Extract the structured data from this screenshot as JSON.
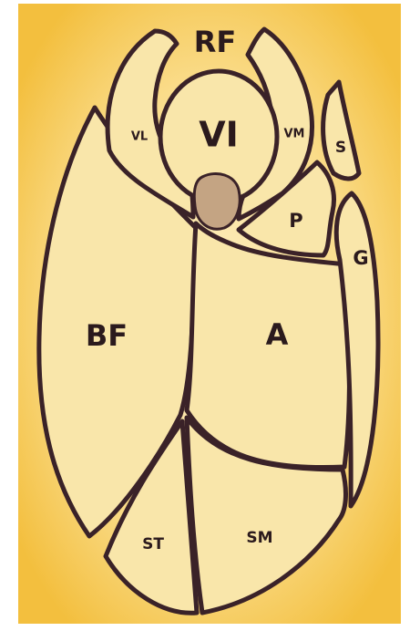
{
  "colors": {
    "background_center": "#fbe7ad",
    "background_edge": "#f4c44a",
    "muscle_fill": "#f9e6aa",
    "outline": "#3a2228",
    "bone": "#c4a483",
    "label": "#2b1a1d"
  },
  "labels": {
    "rf": "RF",
    "vi": "VI",
    "vl": "VL",
    "vm": "VM",
    "s": "S",
    "p": "P",
    "g": "G",
    "bf": "BF",
    "a": "A",
    "st": "ST",
    "sm": "SM"
  }
}
